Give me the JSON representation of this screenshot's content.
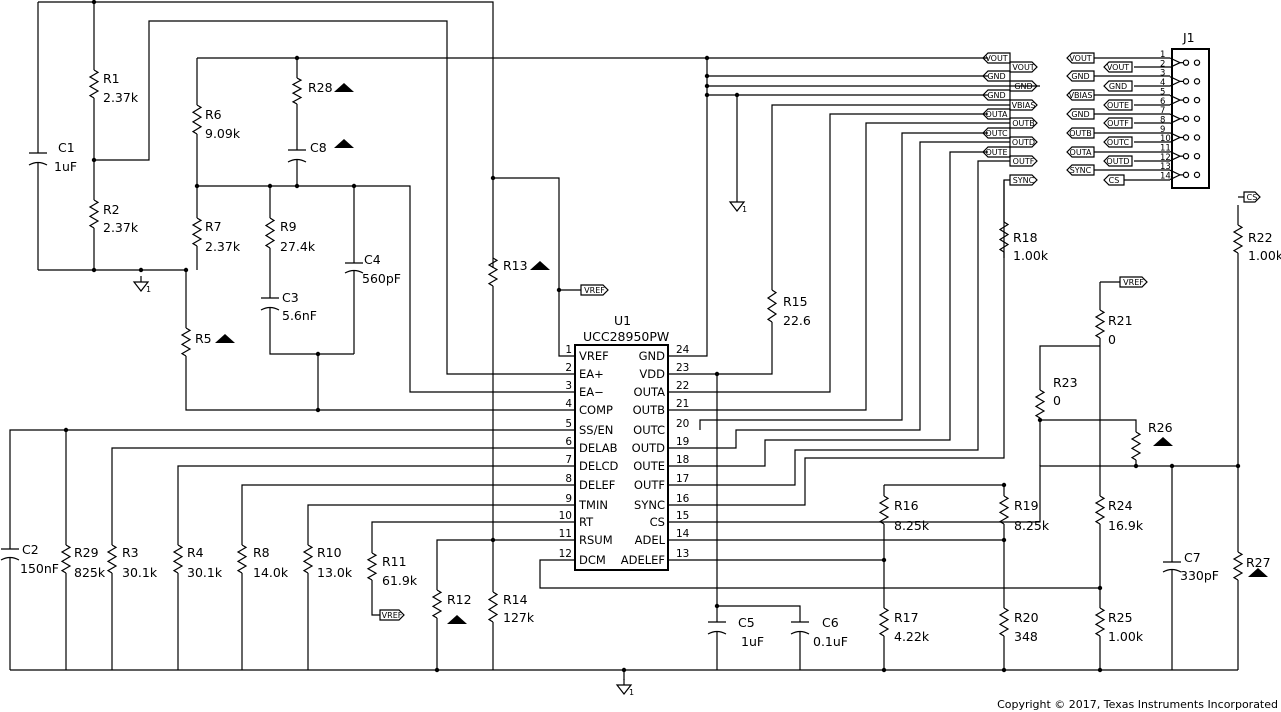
{
  "copyright": "Copyright © 2017, Texas Instruments Incorporated",
  "gnd_symbol_label": "1",
  "ic": {
    "ref": "U1",
    "part": "UCC28950PW",
    "pins_left": [
      {
        "num": "1",
        "name": "VREF"
      },
      {
        "num": "2",
        "name": "EA+"
      },
      {
        "num": "3",
        "name": "EA−"
      },
      {
        "num": "4",
        "name": "COMP"
      },
      {
        "num": "5",
        "name": "SS/EN"
      },
      {
        "num": "6",
        "name": "DELAB"
      },
      {
        "num": "7",
        "name": "DELCD"
      },
      {
        "num": "8",
        "name": "DELEF"
      },
      {
        "num": "9",
        "name": "TMIN"
      },
      {
        "num": "10",
        "name": "RT"
      },
      {
        "num": "11",
        "name": "RSUM"
      },
      {
        "num": "12",
        "name": "DCM"
      }
    ],
    "pins_right": [
      {
        "num": "24",
        "name": "GND"
      },
      {
        "num": "23",
        "name": "VDD"
      },
      {
        "num": "22",
        "name": "OUTA"
      },
      {
        "num": "21",
        "name": "OUTB"
      },
      {
        "num": "20",
        "name": "OUTC"
      },
      {
        "num": "19",
        "name": "OUTD"
      },
      {
        "num": "18",
        "name": "OUTE"
      },
      {
        "num": "17",
        "name": "OUTF"
      },
      {
        "num": "16",
        "name": "SYNC"
      },
      {
        "num": "15",
        "name": "CS"
      },
      {
        "num": "14",
        "name": "ADEL"
      },
      {
        "num": "13",
        "name": "ADELEF"
      }
    ]
  },
  "components": [
    {
      "ref": "R1",
      "value": "2.37k"
    },
    {
      "ref": "R2",
      "value": "2.37k"
    },
    {
      "ref": "C1",
      "value": "1uF"
    },
    {
      "ref": "R6",
      "value": "9.09k"
    },
    {
      "ref": "R7",
      "value": "2.37k"
    },
    {
      "ref": "R28",
      "value": ""
    },
    {
      "ref": "C8",
      "value": ""
    },
    {
      "ref": "R9",
      "value": "27.4k"
    },
    {
      "ref": "C3",
      "value": "5.6nF"
    },
    {
      "ref": "C4",
      "value": "560pF"
    },
    {
      "ref": "R5",
      "value": ""
    },
    {
      "ref": "R13",
      "value": ""
    },
    {
      "ref": "R15",
      "value": "22.6"
    },
    {
      "ref": "R18",
      "value": "1.00k"
    },
    {
      "ref": "R21",
      "value": "0"
    },
    {
      "ref": "R23",
      "value": "0"
    },
    {
      "ref": "R26",
      "value": ""
    },
    {
      "ref": "R22",
      "value": "1.00k"
    },
    {
      "ref": "C2",
      "value": "150nF"
    },
    {
      "ref": "R29",
      "value": "825k"
    },
    {
      "ref": "R3",
      "value": "30.1k"
    },
    {
      "ref": "R4",
      "value": "30.1k"
    },
    {
      "ref": "R8",
      "value": "14.0k"
    },
    {
      "ref": "R10",
      "value": "13.0k"
    },
    {
      "ref": "R11",
      "value": "61.9k"
    },
    {
      "ref": "R12",
      "value": ""
    },
    {
      "ref": "R14",
      "value": "127k"
    },
    {
      "ref": "C5",
      "value": "1uF"
    },
    {
      "ref": "C6",
      "value": "0.1uF"
    },
    {
      "ref": "R16",
      "value": "8.25k"
    },
    {
      "ref": "R17",
      "value": "4.22k"
    },
    {
      "ref": "R19",
      "value": "8.25k"
    },
    {
      "ref": "R20",
      "value": "348"
    },
    {
      "ref": "R24",
      "value": "16.9k"
    },
    {
      "ref": "R25",
      "value": "1.00k"
    },
    {
      "ref": "C7",
      "value": "330pF"
    },
    {
      "ref": "R27",
      "value": ""
    }
  ],
  "net_flags": {
    "right_column": [
      "VOUT",
      "VOUT",
      "GND",
      "GND",
      "GND",
      "VBIAS",
      "OUTA",
      "OUTB",
      "OUTC",
      "OUTD",
      "OUTE",
      "OUTF",
      "SYNC"
    ],
    "vref_flags": [
      "VREF",
      "VREF",
      "VREF"
    ],
    "cs_flag": "CS"
  },
  "connector": {
    "ref": "J1",
    "pin_numbers": [
      "1",
      "2",
      "3",
      "4",
      "5",
      "6",
      "7",
      "8",
      "9",
      "10",
      "11",
      "12",
      "13",
      "14"
    ],
    "left_flags": [
      "VOUT",
      "GND",
      "VBIAS",
      "GND",
      "OUTB",
      "OUTA",
      "SYNC"
    ],
    "inner_flags": [
      "VOUT",
      "GND",
      "OUTE",
      "OUTF",
      "OUTC",
      "OUTD",
      "CS"
    ]
  }
}
